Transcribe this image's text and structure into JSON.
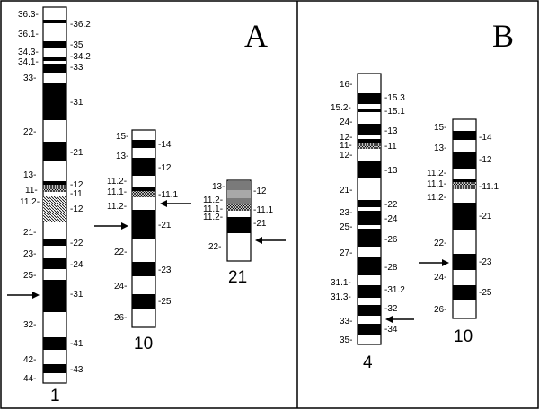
{
  "panels": [
    {
      "id": "A",
      "label": "A"
    },
    {
      "id": "B",
      "label": "B"
    }
  ],
  "chromosomes": [
    {
      "id": "chr1",
      "name": "1",
      "panel": "A",
      "left_labels": [
        "36.3",
        "36.1",
        "34.3",
        "34.1",
        "33",
        "22",
        "13",
        "11",
        "11.2",
        "21",
        "23",
        "25",
        "32",
        "42",
        "44"
      ],
      "right_labels": [
        "36.2",
        "35",
        "34.2",
        "33",
        "31",
        "21",
        "12",
        "11",
        "12",
        "22",
        "24",
        "31",
        "41",
        "43"
      ],
      "arrow_side": "left",
      "arrow_band": "31"
    },
    {
      "id": "chr10A",
      "name": "10",
      "panel": "A",
      "left_labels": [
        "15",
        "13",
        "11.2",
        "11.1",
        "11.2",
        "22",
        "24",
        "26"
      ],
      "right_labels": [
        "14",
        "12",
        "11.1",
        "21",
        "23",
        "25"
      ],
      "arrows": [
        {
          "side": "right",
          "band": "11.1"
        },
        {
          "side": "left",
          "band": "21"
        }
      ]
    },
    {
      "id": "chr21",
      "name": "21",
      "panel": "A",
      "left_labels": [
        "13",
        "11.2",
        "11.1",
        "11.2",
        "22"
      ],
      "right_labels": [
        "12",
        "11.1",
        "21"
      ],
      "arrow_side": "right",
      "arrow_band": "22"
    },
    {
      "id": "chr4",
      "name": "4",
      "panel": "B",
      "left_labels": [
        "16",
        "15.2",
        "24",
        "12",
        "11",
        "12",
        "21",
        "23",
        "25",
        "27",
        "31.1",
        "31.3",
        "33",
        "35"
      ],
      "right_labels": [
        "15.3",
        "15.1",
        "13",
        "11",
        "13",
        "22",
        "24",
        "26",
        "28",
        "31.2",
        "32",
        "34"
      ],
      "arrow_side": "right",
      "arrow_band": "33"
    },
    {
      "id": "chr10B",
      "name": "10",
      "panel": "B",
      "left_labels": [
        "15",
        "13",
        "11.2",
        "11.1",
        "11.2",
        "22",
        "24",
        "26"
      ],
      "right_labels": [
        "14",
        "12",
        "11.1",
        "21",
        "23",
        "25"
      ],
      "arrow_side": "left",
      "arrow_band": "23"
    }
  ],
  "colors": {
    "stroke": "#000000",
    "dark_band": "#000000",
    "light_band": "#ffffff",
    "heterochromatin": "#7a7a7a",
    "stalk": "#a8a8a8"
  }
}
